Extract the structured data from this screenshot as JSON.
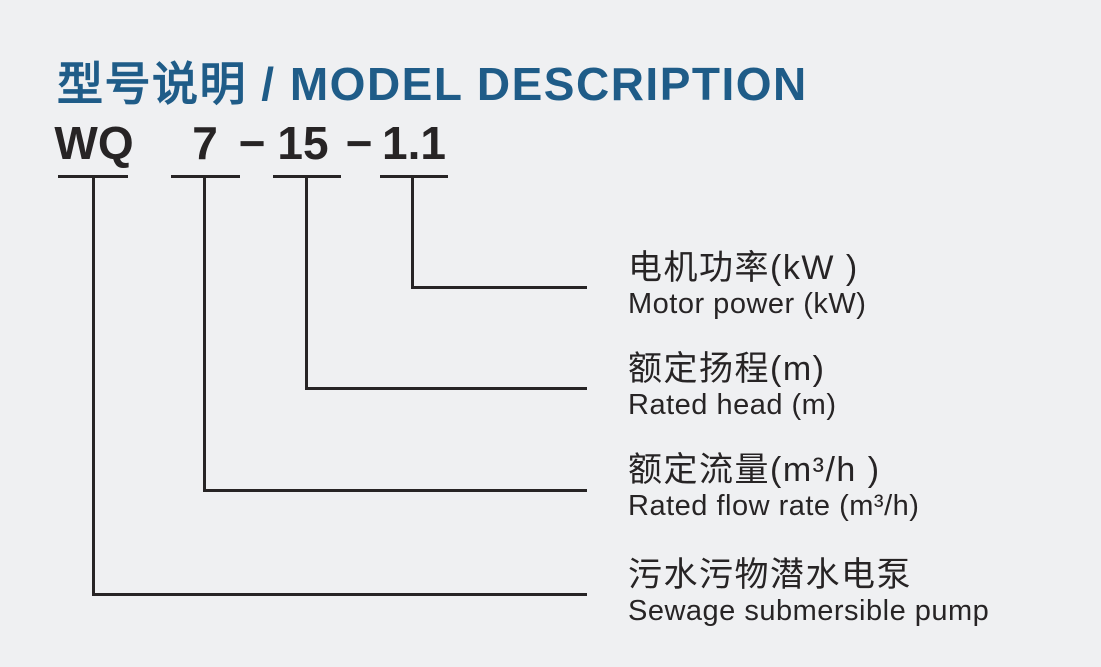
{
  "page": {
    "title": "型号说明 / MODEL DESCRIPTION",
    "title_color": "#1f5c88",
    "background_color": "#eff0f2",
    "line_color": "#272425"
  },
  "model_code": {
    "full_code": "WQ 7-15-1.1",
    "separator": "−",
    "segments": [
      {
        "text": "WQ"
      },
      {
        "text": "7"
      },
      {
        "text": "15"
      },
      {
        "text": "1.1"
      }
    ]
  },
  "labels": [
    {
      "zh": "电机功率(kW )",
      "en": "Motor power (kW)"
    },
    {
      "zh": "额定扬程(m)",
      "en": "Rated head (m)"
    },
    {
      "zh": "额定流量(m³/h )",
      "en": "Rated flow rate (m³/h)"
    },
    {
      "zh": "污水污物潜水电泵",
      "en": "Sewage submersible pump"
    }
  ]
}
